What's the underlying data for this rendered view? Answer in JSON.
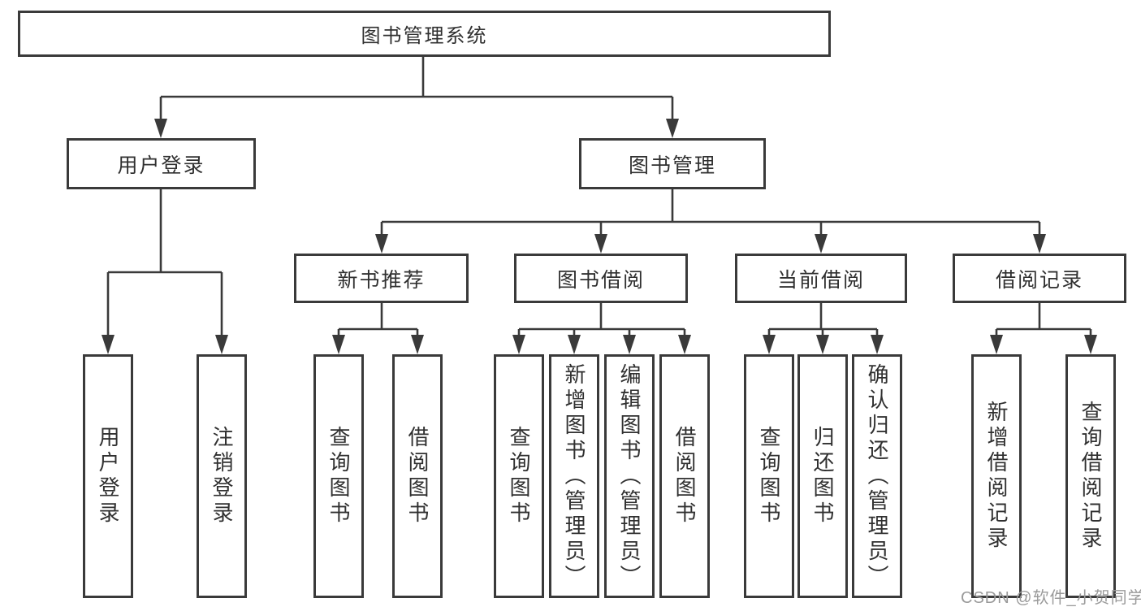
{
  "colors": {
    "line": "#3a3a3a",
    "box_border": "#3a3a3a",
    "text": "#303030",
    "watermark": "#9a9a9a",
    "background": "#ffffff"
  },
  "diagram": {
    "type": "hierarchy-tree",
    "root": {
      "label": "图书管理系统"
    },
    "level2": [
      {
        "label": "用户登录",
        "parent": "图书管理系统"
      },
      {
        "label": "图书管理",
        "parent": "图书管理系统"
      }
    ],
    "level3": [
      {
        "label": "新书推荐",
        "parent": "图书管理"
      },
      {
        "label": "图书借阅",
        "parent": "图书管理"
      },
      {
        "label": "当前借阅",
        "parent": "图书管理"
      },
      {
        "label": "借阅记录",
        "parent": "图书管理"
      }
    ],
    "leaves": [
      {
        "label": "用户登录",
        "parent": "用户登录"
      },
      {
        "label": "注销登录",
        "parent": "用户登录"
      },
      {
        "label": "查询图书",
        "parent": "新书推荐"
      },
      {
        "label": "借阅图书",
        "parent": "新书推荐"
      },
      {
        "label": "查询图书",
        "parent": "图书借阅"
      },
      {
        "label": "新增图书（管理员）",
        "parent": "图书借阅"
      },
      {
        "label": "编辑图书（管理员）",
        "parent": "图书借阅"
      },
      {
        "label": "借阅图书",
        "parent": "图书借阅"
      },
      {
        "label": "查询图书",
        "parent": "当前借阅"
      },
      {
        "label": "归还图书",
        "parent": "当前借阅"
      },
      {
        "label": "确认归还（管理员）",
        "parent": "当前借阅"
      },
      {
        "label": "新增借阅记录",
        "parent": "借阅记录"
      },
      {
        "label": "查询借阅记录",
        "parent": "借阅记录"
      }
    ],
    "watermark": "CSDN @软件_小贺同学"
  }
}
